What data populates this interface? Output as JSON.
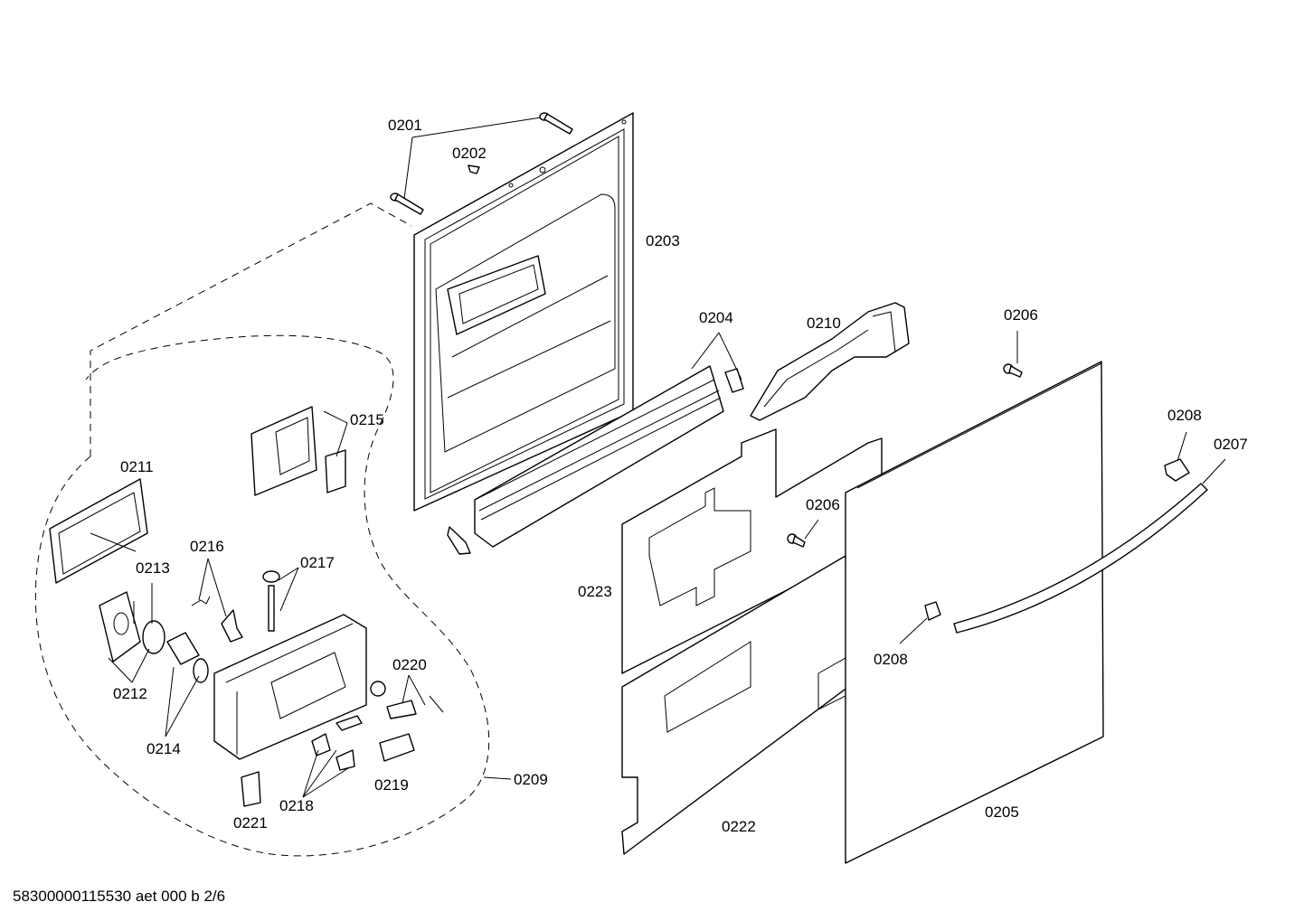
{
  "labels": {
    "p0201": "0201",
    "p0202": "0202",
    "p0203": "0203",
    "p0204": "0204",
    "p0205": "0205",
    "p0206a": "0206",
    "p0206b": "0206",
    "p0207": "0207",
    "p0208a": "0208",
    "p0208b": "0208",
    "p0209": "0209",
    "p0210": "0210",
    "p0211": "0211",
    "p0212": "0212",
    "p0213": "0213",
    "p0214": "0214",
    "p0215": "0215",
    "p0216": "0216",
    "p0217": "0217",
    "p0218": "0218",
    "p0219": "0219",
    "p0220": "0220",
    "p0221": "0221",
    "p0222": "0222",
    "p0223": "0223"
  },
  "footer": {
    "code": "58300000115530 aet 000 b 2/6"
  }
}
